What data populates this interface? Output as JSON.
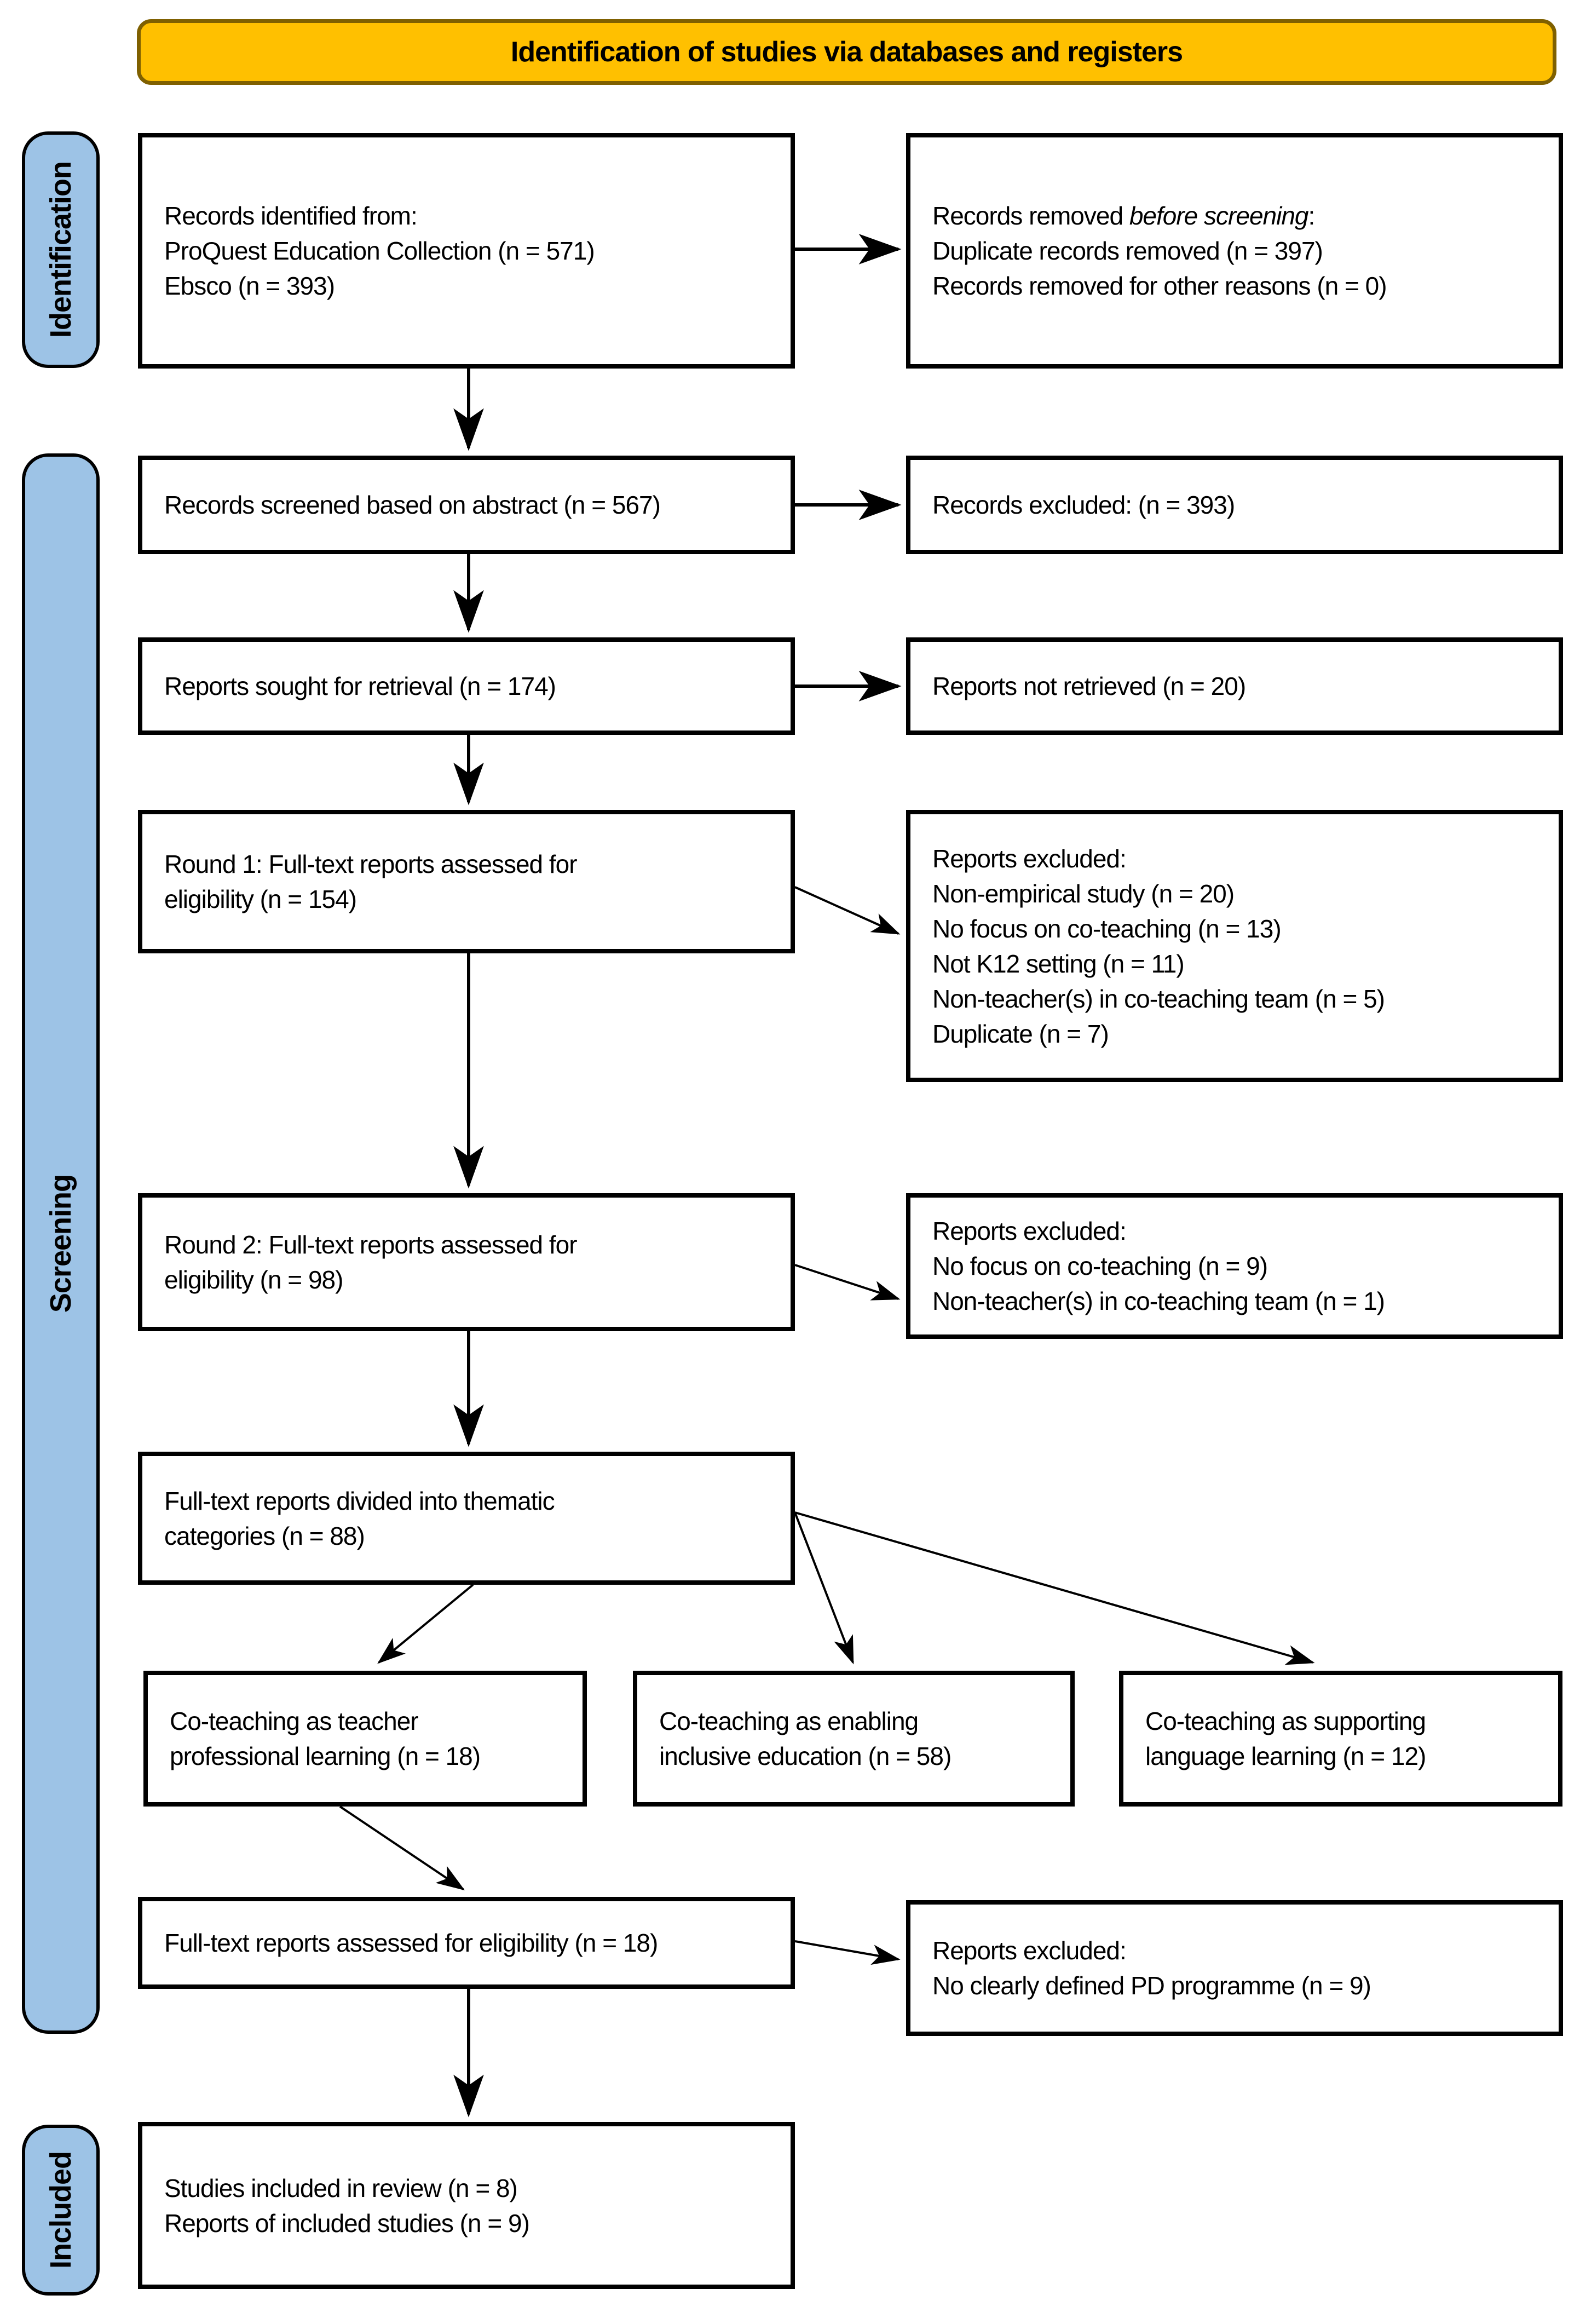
{
  "banner": {
    "label": "Identification of studies via databases and registers"
  },
  "stages": [
    {
      "label": "Identification"
    },
    {
      "label": "Screening"
    },
    {
      "label": "Included"
    }
  ],
  "colors": {
    "banner_fill": "#FFC000",
    "banner_border": "#7F6000",
    "stage_fill": "#9DC3E6",
    "box_border": "#000000",
    "arrow": "#000000"
  },
  "boxes": {
    "records_identified": {
      "lines": [
        "Records identified from:",
        "ProQuest Education Collection (n = 571)",
        "Ebsco (n = 393)"
      ]
    },
    "records_removed": {
      "line1_prefix": "Records removed ",
      "line1_italic": "before screening",
      "line1_suffix": ":",
      "lines": [
        "Duplicate records removed (n = 397)",
        "Records removed for other reasons (n = 0)"
      ]
    },
    "records_screened": {
      "lines": [
        "Records screened based on abstract (n = 567)"
      ]
    },
    "records_excluded": {
      "lines": [
        "Records excluded: (n = 393)"
      ]
    },
    "reports_sought": {
      "lines": [
        "Reports sought for retrieval (n = 174)"
      ]
    },
    "reports_not_retrieved": {
      "lines": [
        "Reports not retrieved (n = 20)"
      ]
    },
    "round1": {
      "lines": [
        "Round 1: Full-text reports assessed for",
        "eligibility (n = 154)"
      ]
    },
    "round1_excluded": {
      "lines": [
        "Reports excluded:",
        "Non-empirical study (n = 20)",
        "No focus on co-teaching (n = 13)",
        "Not K12 setting (n = 11)",
        "Non-teacher(s) in co-teaching team (n = 5)",
        "Duplicate (n = 7)"
      ]
    },
    "round2": {
      "lines": [
        "Round 2: Full-text reports assessed for",
        "eligibility (n = 98)"
      ]
    },
    "round2_excluded": {
      "lines": [
        "Reports excluded:",
        "No focus on co-teaching (n = 9)",
        "Non-teacher(s) in co-teaching team (n = 1)"
      ]
    },
    "thematic": {
      "lines": [
        "Full-text reports divided into thematic",
        "categories (n = 88)"
      ]
    },
    "cat_professional": {
      "lines": [
        "Co-teaching as teacher",
        "professional learning (n = 18)"
      ]
    },
    "cat_inclusive": {
      "lines": [
        "Co-teaching as enabling",
        "inclusive education (n = 58)"
      ]
    },
    "cat_language": {
      "lines": [
        "Co-teaching as supporting",
        "language learning (n = 12)"
      ]
    },
    "fulltext_18": {
      "lines": [
        "Full-text reports assessed for eligibility (n = 18)"
      ]
    },
    "pd_excluded": {
      "lines": [
        "Reports excluded:",
        "No clearly defined PD programme (n = 9)"
      ]
    },
    "included_final": {
      "lines": [
        "Studies included in review (n = 8)",
        "Reports of included studies (n = 9)"
      ]
    }
  }
}
